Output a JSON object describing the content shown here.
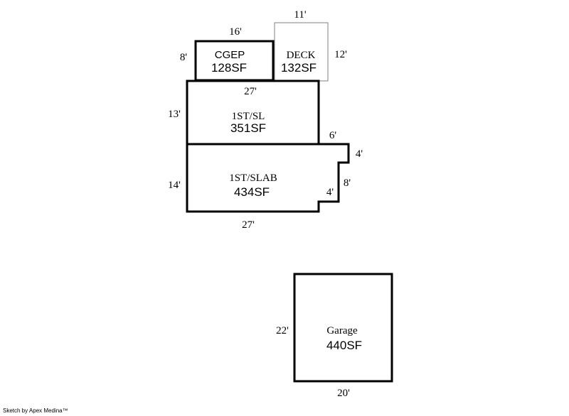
{
  "areas": {
    "cgep": {
      "name": "CGEP",
      "area": "128SF",
      "width": "16'",
      "height": "8'"
    },
    "deck": {
      "name": "DECK",
      "area": "132SF",
      "width": "11'",
      "height": "12'"
    },
    "first_sl": {
      "name": "1ST/SL",
      "area": "351SF",
      "width": "27'",
      "height": "13'"
    },
    "first_slab": {
      "name": "1ST/SLAB",
      "area": "434SF",
      "top_ext": "6'",
      "notch_h": "4'",
      "right_h": "8'",
      "notch_w": "4'",
      "height": "14'",
      "width": "27'"
    },
    "garage": {
      "name": "Garage",
      "area": "440SF",
      "width": "20'",
      "height": "22'"
    }
  },
  "footer": "Sketch by Apex Medina™"
}
